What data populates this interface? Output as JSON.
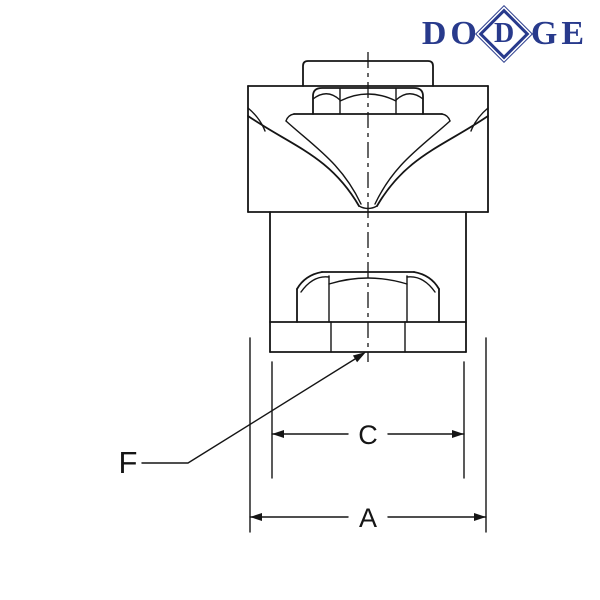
{
  "page": {
    "background": "#ffffff"
  },
  "logo": {
    "text_before": "DO",
    "diamond_letter": "D",
    "text_after": "GE",
    "color": "#283a8c"
  },
  "drawing": {
    "line_color": "#151515",
    "labels": {
      "overall_width": "A",
      "inner_width": "C",
      "callout": "F"
    }
  }
}
